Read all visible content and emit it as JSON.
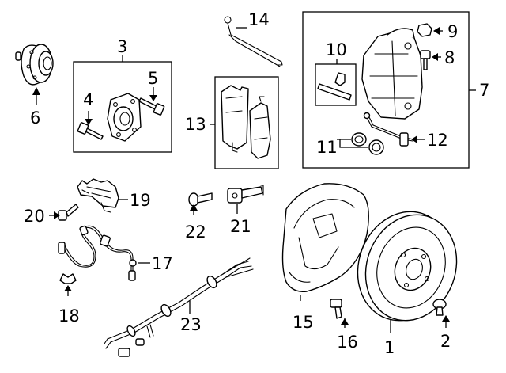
{
  "callouts": {
    "p1": "1",
    "p2": "2",
    "p3": "3",
    "p4": "4",
    "p5": "5",
    "p6": "6",
    "p7": "7",
    "p8": "8",
    "p9": "9",
    "p10": "10",
    "p11": "11",
    "p12": "12",
    "p13": "13",
    "p14": "14",
    "p15": "15",
    "p16": "16",
    "p17": "17",
    "p18": "18",
    "p19": "19",
    "p20": "20",
    "p21": "21",
    "p22": "22",
    "p23": "23"
  }
}
